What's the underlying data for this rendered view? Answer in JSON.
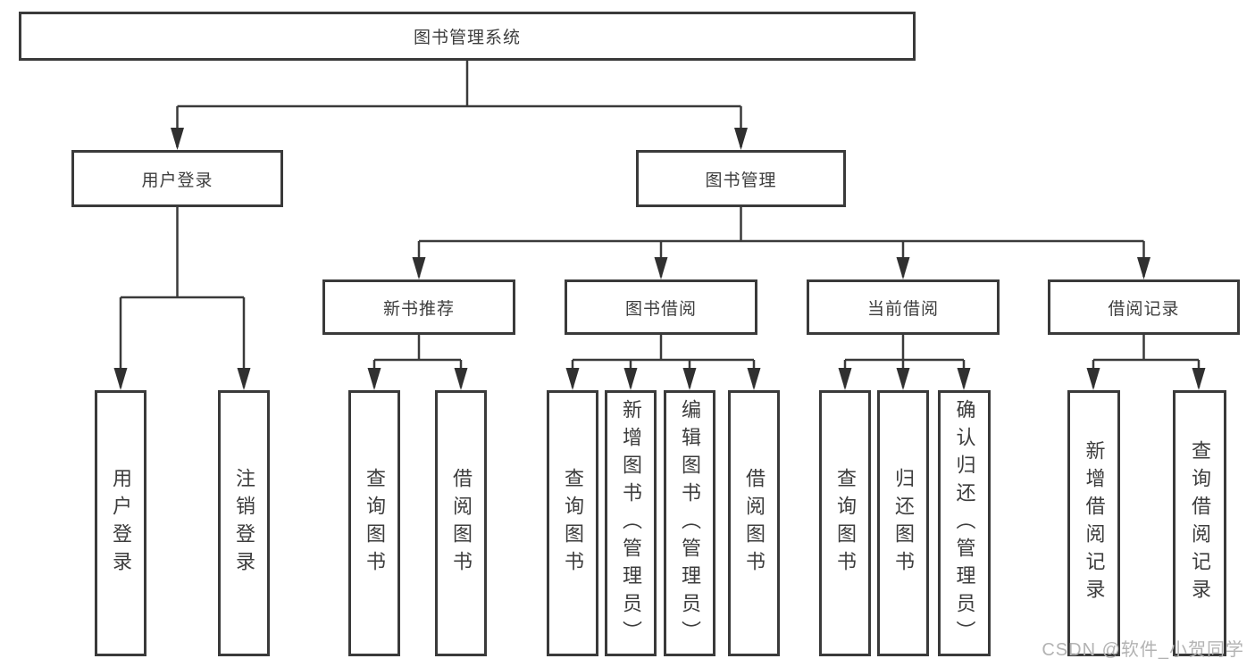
{
  "diagram": {
    "root": {
      "label": "图书管理系统"
    },
    "level2": [
      {
        "label": "用户登录"
      },
      {
        "label": "图书管理"
      }
    ],
    "level3": [
      {
        "label": "新书推荐"
      },
      {
        "label": "图书借阅"
      },
      {
        "label": "当前借阅"
      },
      {
        "label": "借阅记录"
      }
    ],
    "leaves": {
      "user": [
        {
          "label": "用户登录"
        },
        {
          "label": "注销登录"
        }
      ],
      "recommend": [
        {
          "label": "查询图书"
        },
        {
          "label": "借阅图书"
        }
      ],
      "borrow": [
        {
          "label": "查询图书"
        },
        {
          "label": "新增图书（管理员）"
        },
        {
          "label": "编辑图书（管理员）"
        },
        {
          "label": "借阅图书"
        }
      ],
      "current": [
        {
          "label": "查询图书"
        },
        {
          "label": "归还图书"
        },
        {
          "label": "确认归还（管理员）"
        }
      ],
      "records": [
        {
          "label": "新增借阅记录"
        },
        {
          "label": "查询借阅记录"
        }
      ]
    },
    "colors": {
      "line": "#3a3a3a",
      "box_border": "#3a3a3a",
      "text": "#3d3d3d",
      "background": "#ffffff",
      "watermark": "#b3b3b3"
    }
  },
  "watermark": {
    "text": "CSDN @软件_小贺同学"
  }
}
